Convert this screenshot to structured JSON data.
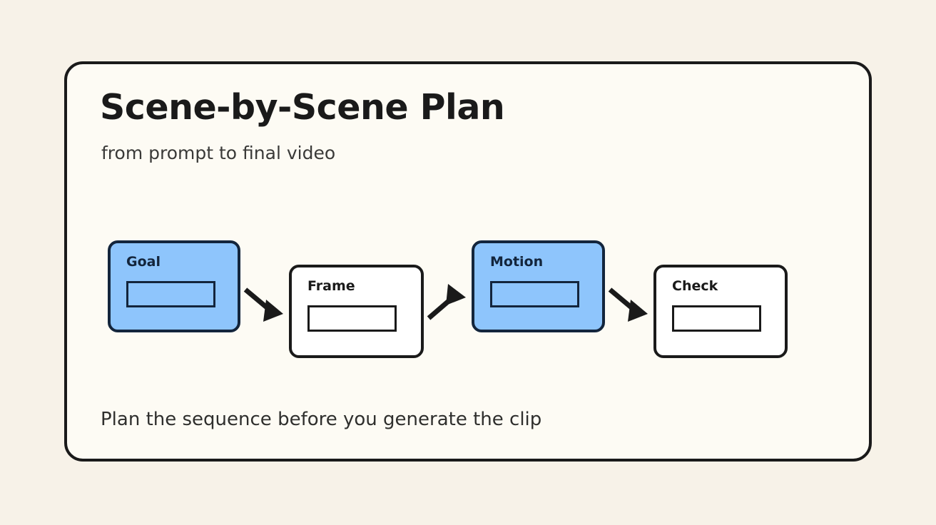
{
  "page": {
    "background_color": "#f7f2e8",
    "panel_background_color": "#fdfbf4",
    "ink_color": "#1a1a1a",
    "accent_color": "#8ec5fc",
    "accent_ink_color": "#13253c"
  },
  "header": {
    "title": "Scene-by-Scene Plan",
    "subtitle": "from prompt to final video"
  },
  "flow": {
    "nodes": [
      {
        "id": "goal",
        "label": "Goal",
        "style": "accent",
        "slot": ""
      },
      {
        "id": "frame",
        "label": "Frame",
        "style": "plain",
        "slot": ""
      },
      {
        "id": "motion",
        "label": "Motion",
        "style": "accent",
        "slot": ""
      },
      {
        "id": "check",
        "label": "Check",
        "style": "plain",
        "slot": ""
      }
    ],
    "connectors": [
      {
        "from": "goal",
        "to": "frame",
        "direction": "down-right"
      },
      {
        "from": "frame",
        "to": "motion",
        "direction": "up-right"
      },
      {
        "from": "motion",
        "to": "check",
        "direction": "down-right"
      }
    ]
  },
  "footer": {
    "note": "Plan the sequence before you generate the clip"
  }
}
